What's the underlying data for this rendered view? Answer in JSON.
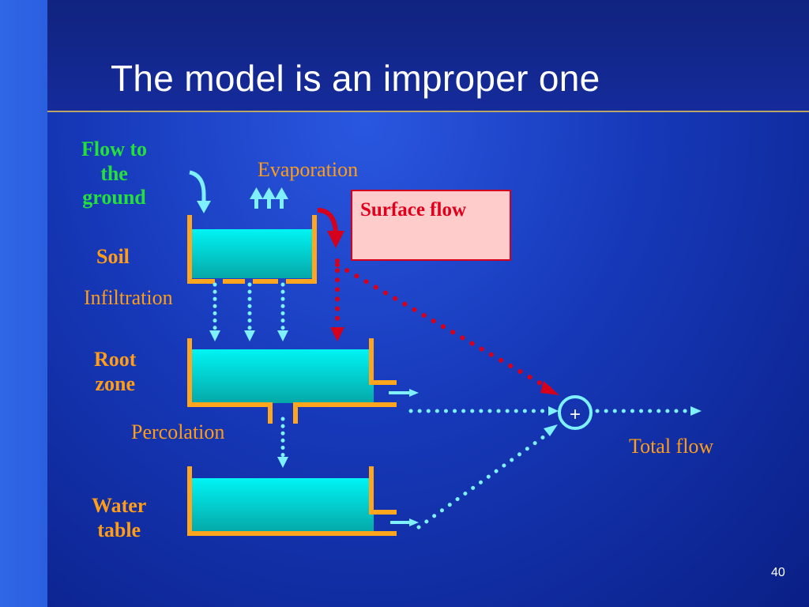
{
  "slide": {
    "title": "The model is an improper one",
    "page_number": "40"
  },
  "labels": {
    "flow_to_ground": "Flow to\nthe\nground",
    "evaporation": "Evaporation",
    "surface_flow": "Surface flow",
    "soil": "Soil",
    "infiltration": "Infiltration",
    "root_zone": "Root\nzone",
    "percolation": "Percolation",
    "water_table": "Water\ntable",
    "total_flow": "Total flow",
    "sum_symbol": "+"
  },
  "colors": {
    "background": "#1638b8",
    "water": "#00f0f0",
    "tank_wall": "#ffa51e",
    "flow_arrow": "#7ef0ff",
    "surface_arrow": "#d4001c",
    "label_green": "#25e03a",
    "label_orange": "#ff9d18",
    "label_red": "#e0001c"
  },
  "icons": [
    "inflow-arrow-icon",
    "evaporation-arrows-icon",
    "surface-flow-arrow-icon",
    "summation-circle-icon"
  ]
}
